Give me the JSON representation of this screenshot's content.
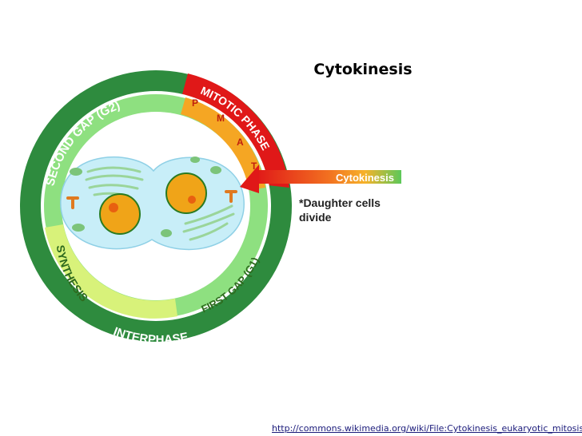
{
  "slide": {
    "title": "Cytokinesis",
    "source_link": "http://commons.wikimedia.org/wiki/File:Cytokinesis_eukaryotic_mitosis.svg"
  },
  "diagram": {
    "ring_labels": {
      "second_gap": "SECOND GAP (G2)",
      "mitotic_phase": "MITOTIC PHASE",
      "synthesis": "SYNTHESIS",
      "first_gap": "FIRST GAP (G1)",
      "interphase": "INTERPHASE"
    },
    "mitosis_stages": [
      "P",
      "M",
      "A",
      "T"
    ],
    "arrow_label": "Cytokinesis",
    "note_line1": "*Daughter cells",
    "note_line2": "divide",
    "colors": {
      "outer_ring": "#2e8b3e",
      "gap_band": "#8ee080",
      "synthesis_band": "#d8f27a",
      "mitotic_red": "#e01818",
      "mitotic_orange": "#f5a623",
      "cell_fill": "#c8eef8",
      "nucleus": "#f0a418",
      "nucleolus": "#e86010",
      "organelle_green": "#7cc47a"
    }
  }
}
